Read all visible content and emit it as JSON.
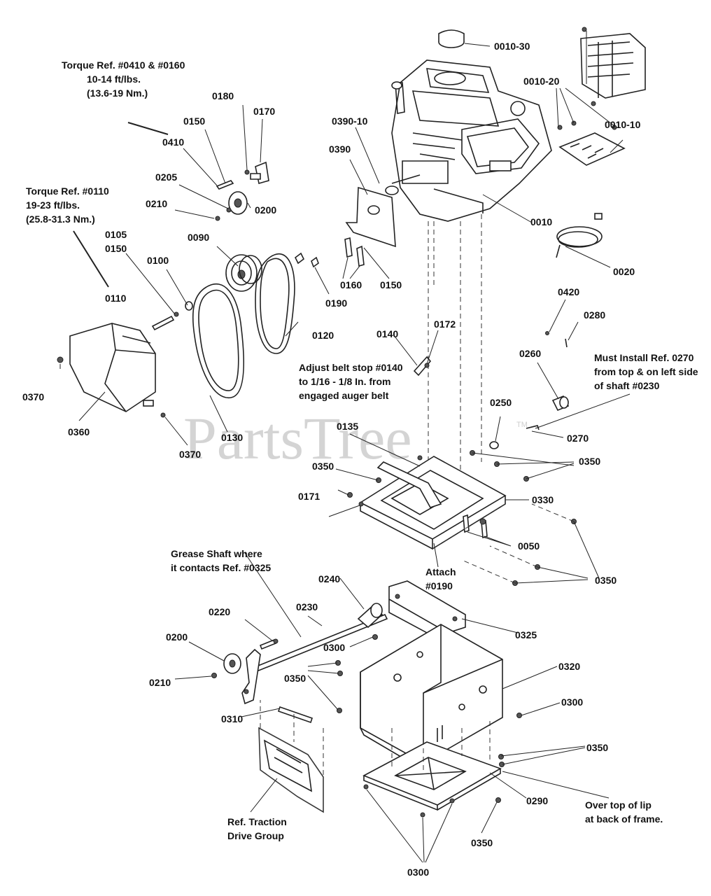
{
  "watermark": {
    "text": "PartsTree",
    "tm": "TM"
  },
  "labels": [
    {
      "id": "l1",
      "text": "0010-30"
    },
    {
      "id": "l2",
      "text": "0010-20"
    },
    {
      "id": "l3",
      "text": "0010-10"
    },
    {
      "id": "l4",
      "text": "0390-10"
    },
    {
      "id": "l5",
      "text": "0390"
    },
    {
      "id": "l6",
      "text": "0180"
    },
    {
      "id": "l7",
      "text": "0170"
    },
    {
      "id": "l8",
      "text": "0150"
    },
    {
      "id": "l9",
      "text": "0410"
    },
    {
      "id": "l10",
      "text": "0205"
    },
    {
      "id": "l11",
      "text": "0210"
    },
    {
      "id": "l12",
      "text": "0200"
    },
    {
      "id": "l13",
      "text": "0010"
    },
    {
      "id": "l14",
      "text": "0020"
    },
    {
      "id": "l15",
      "text": "0105"
    },
    {
      "id": "l16",
      "text": "0150"
    },
    {
      "id": "l17",
      "text": "0090"
    },
    {
      "id": "l18",
      "text": "0100"
    },
    {
      "id": "l19",
      "text": "0110"
    },
    {
      "id": "l20",
      "text": "0160"
    },
    {
      "id": "l21",
      "text": "0150"
    },
    {
      "id": "l22",
      "text": "0190"
    },
    {
      "id": "l23",
      "text": "0120"
    },
    {
      "id": "l24",
      "text": "0420"
    },
    {
      "id": "l25",
      "text": "0280"
    },
    {
      "id": "l26",
      "text": "0140"
    },
    {
      "id": "l27",
      "text": "0172"
    },
    {
      "id": "l28",
      "text": "0260"
    },
    {
      "id": "l29",
      "text": "0370"
    },
    {
      "id": "l30",
      "text": "0360"
    },
    {
      "id": "l31",
      "text": "0130"
    },
    {
      "id": "l32",
      "text": "0370"
    },
    {
      "id": "l33",
      "text": "0250"
    },
    {
      "id": "l34",
      "text": "0270"
    },
    {
      "id": "l35",
      "text": "0135"
    },
    {
      "id": "l36",
      "text": "0350"
    },
    {
      "id": "l37",
      "text": "0350"
    },
    {
      "id": "l38",
      "text": "0330"
    },
    {
      "id": "l39",
      "text": "0171"
    },
    {
      "id": "l40",
      "text": "0050"
    },
    {
      "id": "l41",
      "text": "0350"
    },
    {
      "id": "l42",
      "text": "0240"
    },
    {
      "id": "l43",
      "text": "0230"
    },
    {
      "id": "l44",
      "text": "0220"
    },
    {
      "id": "l45",
      "text": "0200"
    },
    {
      "id": "l46",
      "text": "0210"
    },
    {
      "id": "l47",
      "text": "0300"
    },
    {
      "id": "l48",
      "text": "0350"
    },
    {
      "id": "l49",
      "text": "0325"
    },
    {
      "id": "l50",
      "text": "0320"
    },
    {
      "id": "l51",
      "text": "0300"
    },
    {
      "id": "l52",
      "text": "0310"
    },
    {
      "id": "l53",
      "text": "0350"
    },
    {
      "id": "l54",
      "text": "0290"
    },
    {
      "id": "l55",
      "text": "0350"
    },
    {
      "id": "l56",
      "text": "0300"
    }
  ],
  "notes": {
    "torque1": [
      "Torque Ref. #0410 & #0160",
      "10-14 ft/lbs.",
      "(13.6-19 Nm.)"
    ],
    "torque2": [
      "Torque Ref. #0110",
      "19-23 ft/lbs.",
      "(25.8-31.3 Nm.)"
    ],
    "belt": [
      "Adjust belt stop #0140",
      "to 1/16 - 1/8 In. from",
      "engaged auger belt"
    ],
    "install": [
      "Must Install Ref. 0270",
      "from top & on left side",
      "of shaft #0230"
    ],
    "attach": [
      "Attach",
      "#0190"
    ],
    "grease": [
      "Grease Shaft where",
      "it contacts Ref. #0325"
    ],
    "traction": [
      "Ref. Traction",
      "Drive Group"
    ],
    "lip": [
      "Over top of lip",
      "at back of frame."
    ]
  }
}
